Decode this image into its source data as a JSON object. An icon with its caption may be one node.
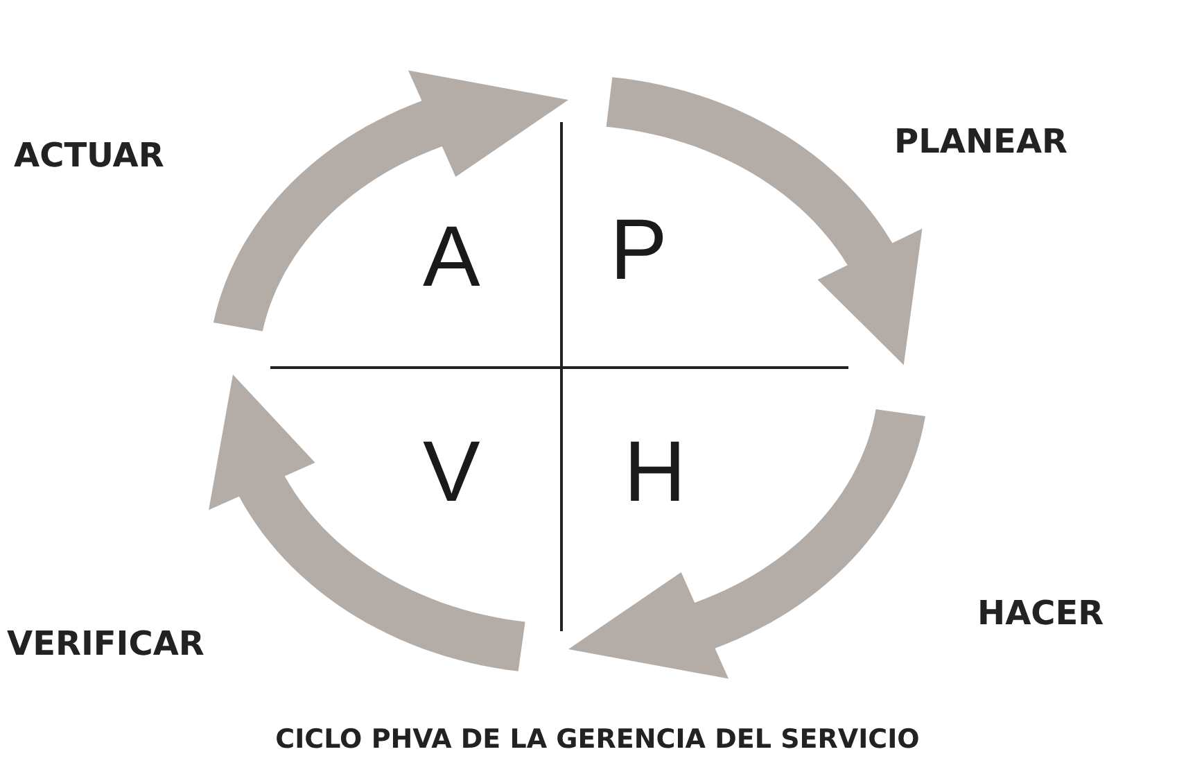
{
  "diagram": {
    "caption": "CICLO PHVA DE LA GERENCIA DEL SERVICIO",
    "labels": [
      "ACTUAR",
      "PLANEAR",
      "A",
      "P",
      "V",
      "H",
      "HACER",
      "VERIFICAR"
    ]
  }
}
